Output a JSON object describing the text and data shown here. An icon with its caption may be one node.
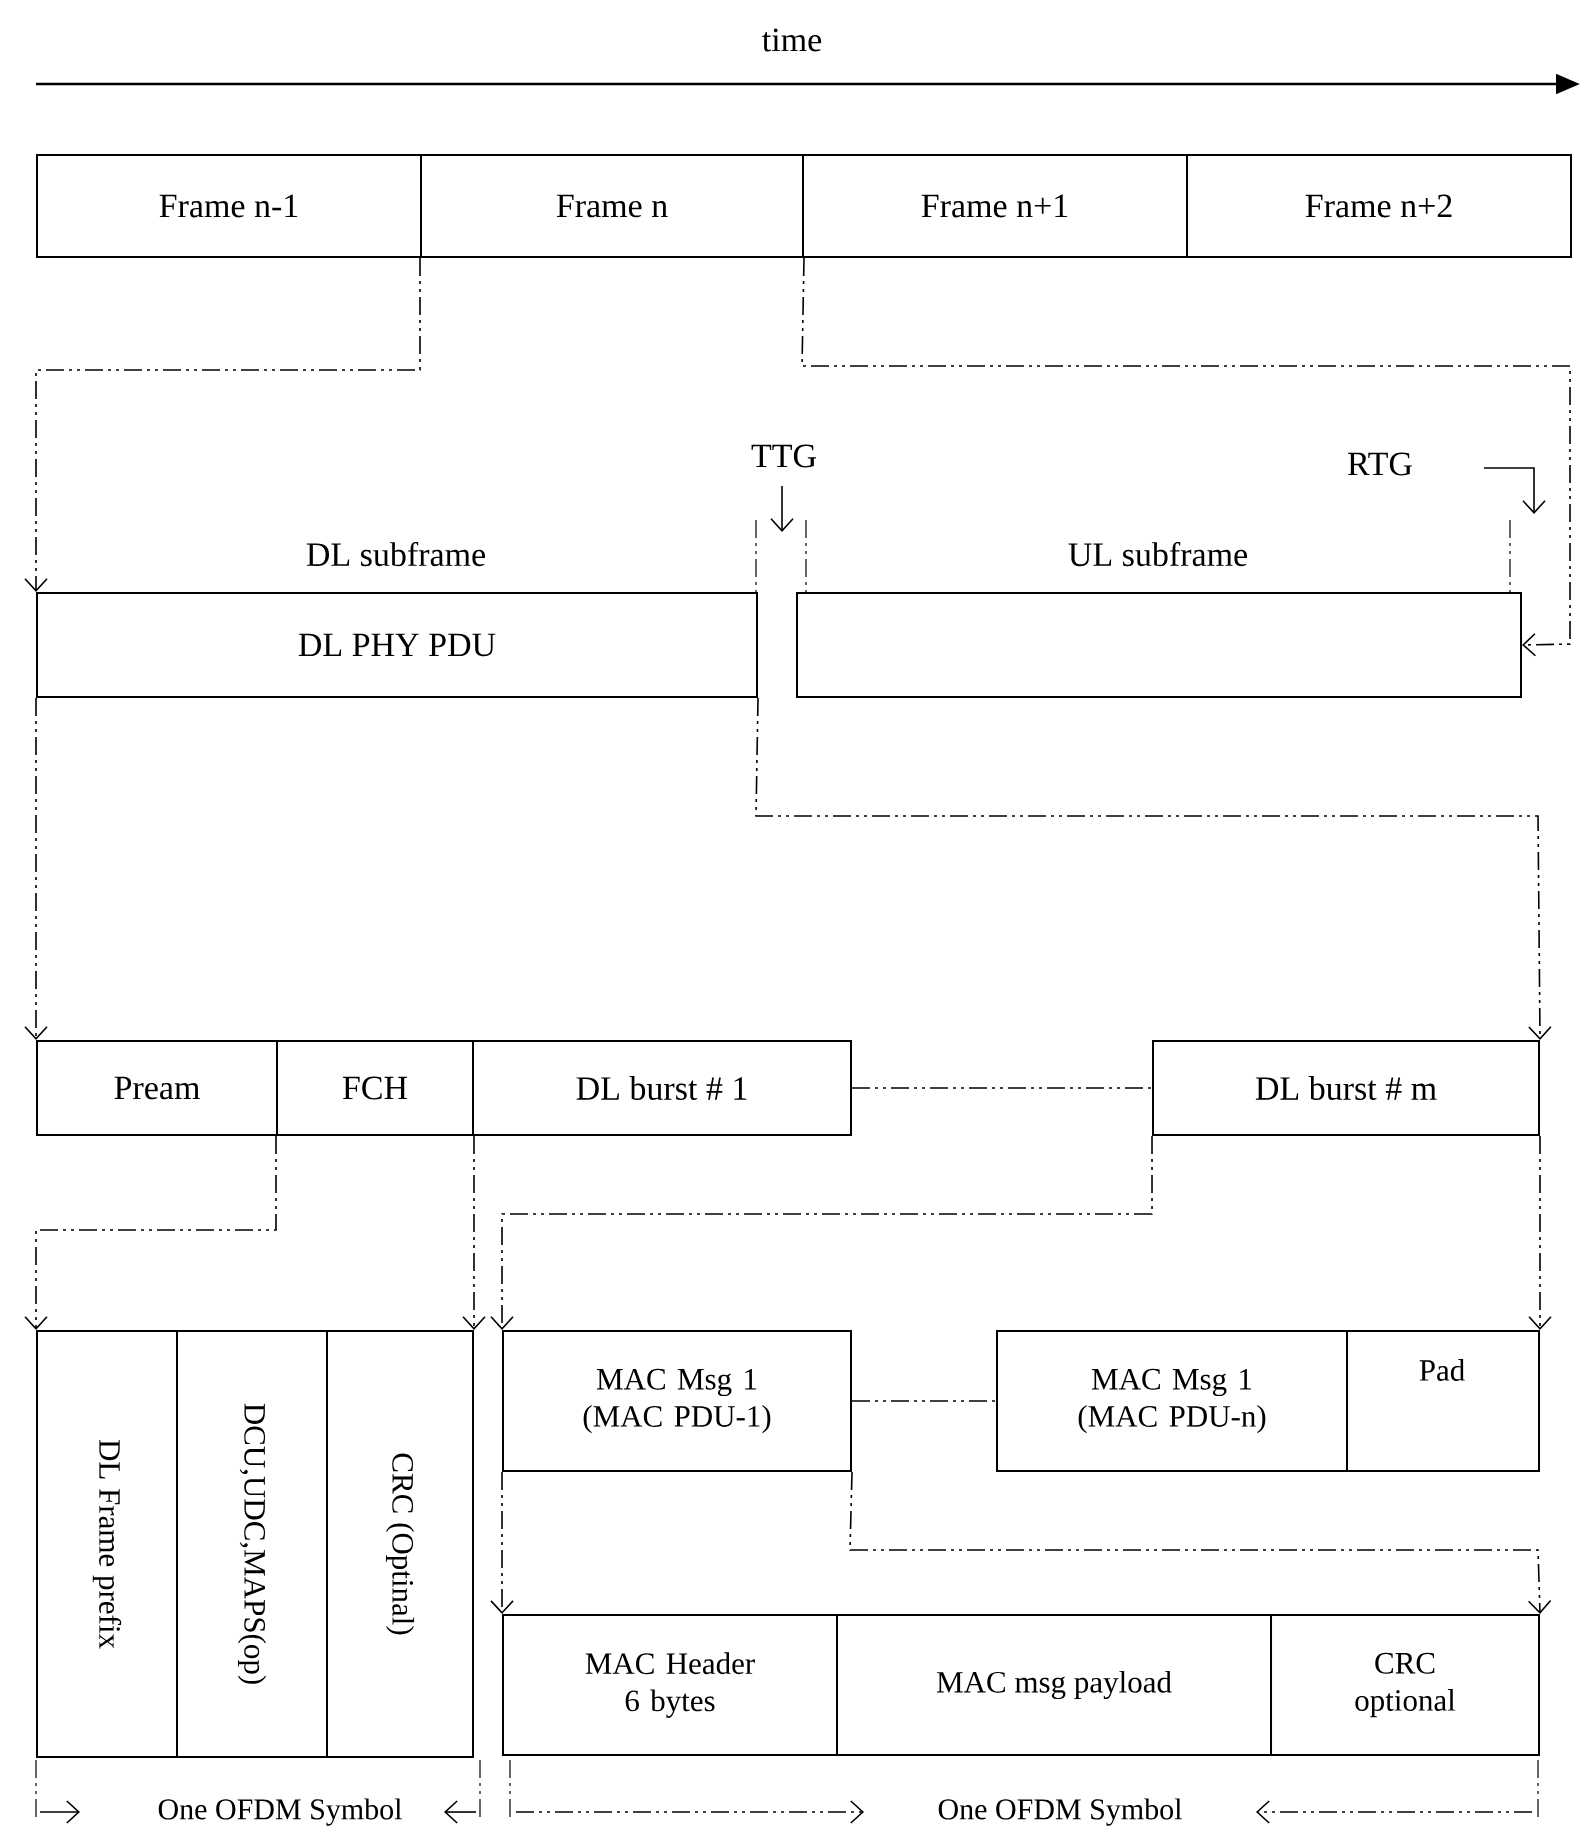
{
  "diagram": {
    "nodes": [
      {
        "text": [
          "Frame n-1"
        ]
      },
      {
        "text": [
          "Frame n"
        ]
      },
      {
        "text": [
          "Frame n+1"
        ]
      },
      {
        "text": [
          "Frame n+2"
        ]
      },
      {
        "text": [
          "DL subframe",
          "DL PHY PDU"
        ]
      },
      {
        "text": [
          "UL subframe"
        ]
      },
      {
        "text": [
          "Pream"
        ]
      },
      {
        "text": [
          "FCH"
        ]
      },
      {
        "text": [
          "DL burst # 1"
        ]
      },
      {
        "text": [
          "DL burst # m"
        ]
      },
      {
        "text": [
          "DL Frame prefix"
        ]
      },
      {
        "text": [
          "DCU,UDC,MAPS(op)"
        ]
      },
      {
        "text": [
          "CRC (Optinal)"
        ]
      },
      {
        "text": [
          "MAC Msg 1 (MAC PDU-1)"
        ]
      },
      {
        "text": [
          "MAC Msg 1 (MAC PDU-n)"
        ]
      },
      {
        "text": [
          "Pad"
        ]
      },
      {
        "text": [
          "MAC Header 6 bytes"
        ]
      },
      {
        "text": [
          "MAC msg payload"
        ]
      },
      {
        "text": [
          "CRC optional"
        ]
      }
    ],
    "edges": [
      {
        "from": 1,
        "to": 4,
        "arrow": "to"
      },
      {
        "from": 1,
        "to": 5,
        "arrow": "to"
      },
      {
        "from": 4,
        "to": 6,
        "arrow": "to"
      },
      {
        "from": 4,
        "to": 9,
        "arrow": "to"
      },
      {
        "from": 8,
        "to": 9,
        "arrow": "none"
      },
      {
        "from": 7,
        "to": 10,
        "arrow": "to"
      },
      {
        "from": 7,
        "to": 12,
        "arrow": "to"
      },
      {
        "from": 9,
        "to": 13,
        "arrow": "to"
      },
      {
        "from": 9,
        "to": 15,
        "arrow": "to"
      },
      {
        "from": 13,
        "to": 14,
        "arrow": "none"
      },
      {
        "from": 13,
        "to": 16,
        "arrow": "to"
      },
      {
        "from": 13,
        "to": 18,
        "arrow": "to"
      }
    ],
    "labels": [
      "time",
      "TTG",
      "RTG",
      "One OFDM Symbol",
      "One OFDM Symbol"
    ]
  }
}
